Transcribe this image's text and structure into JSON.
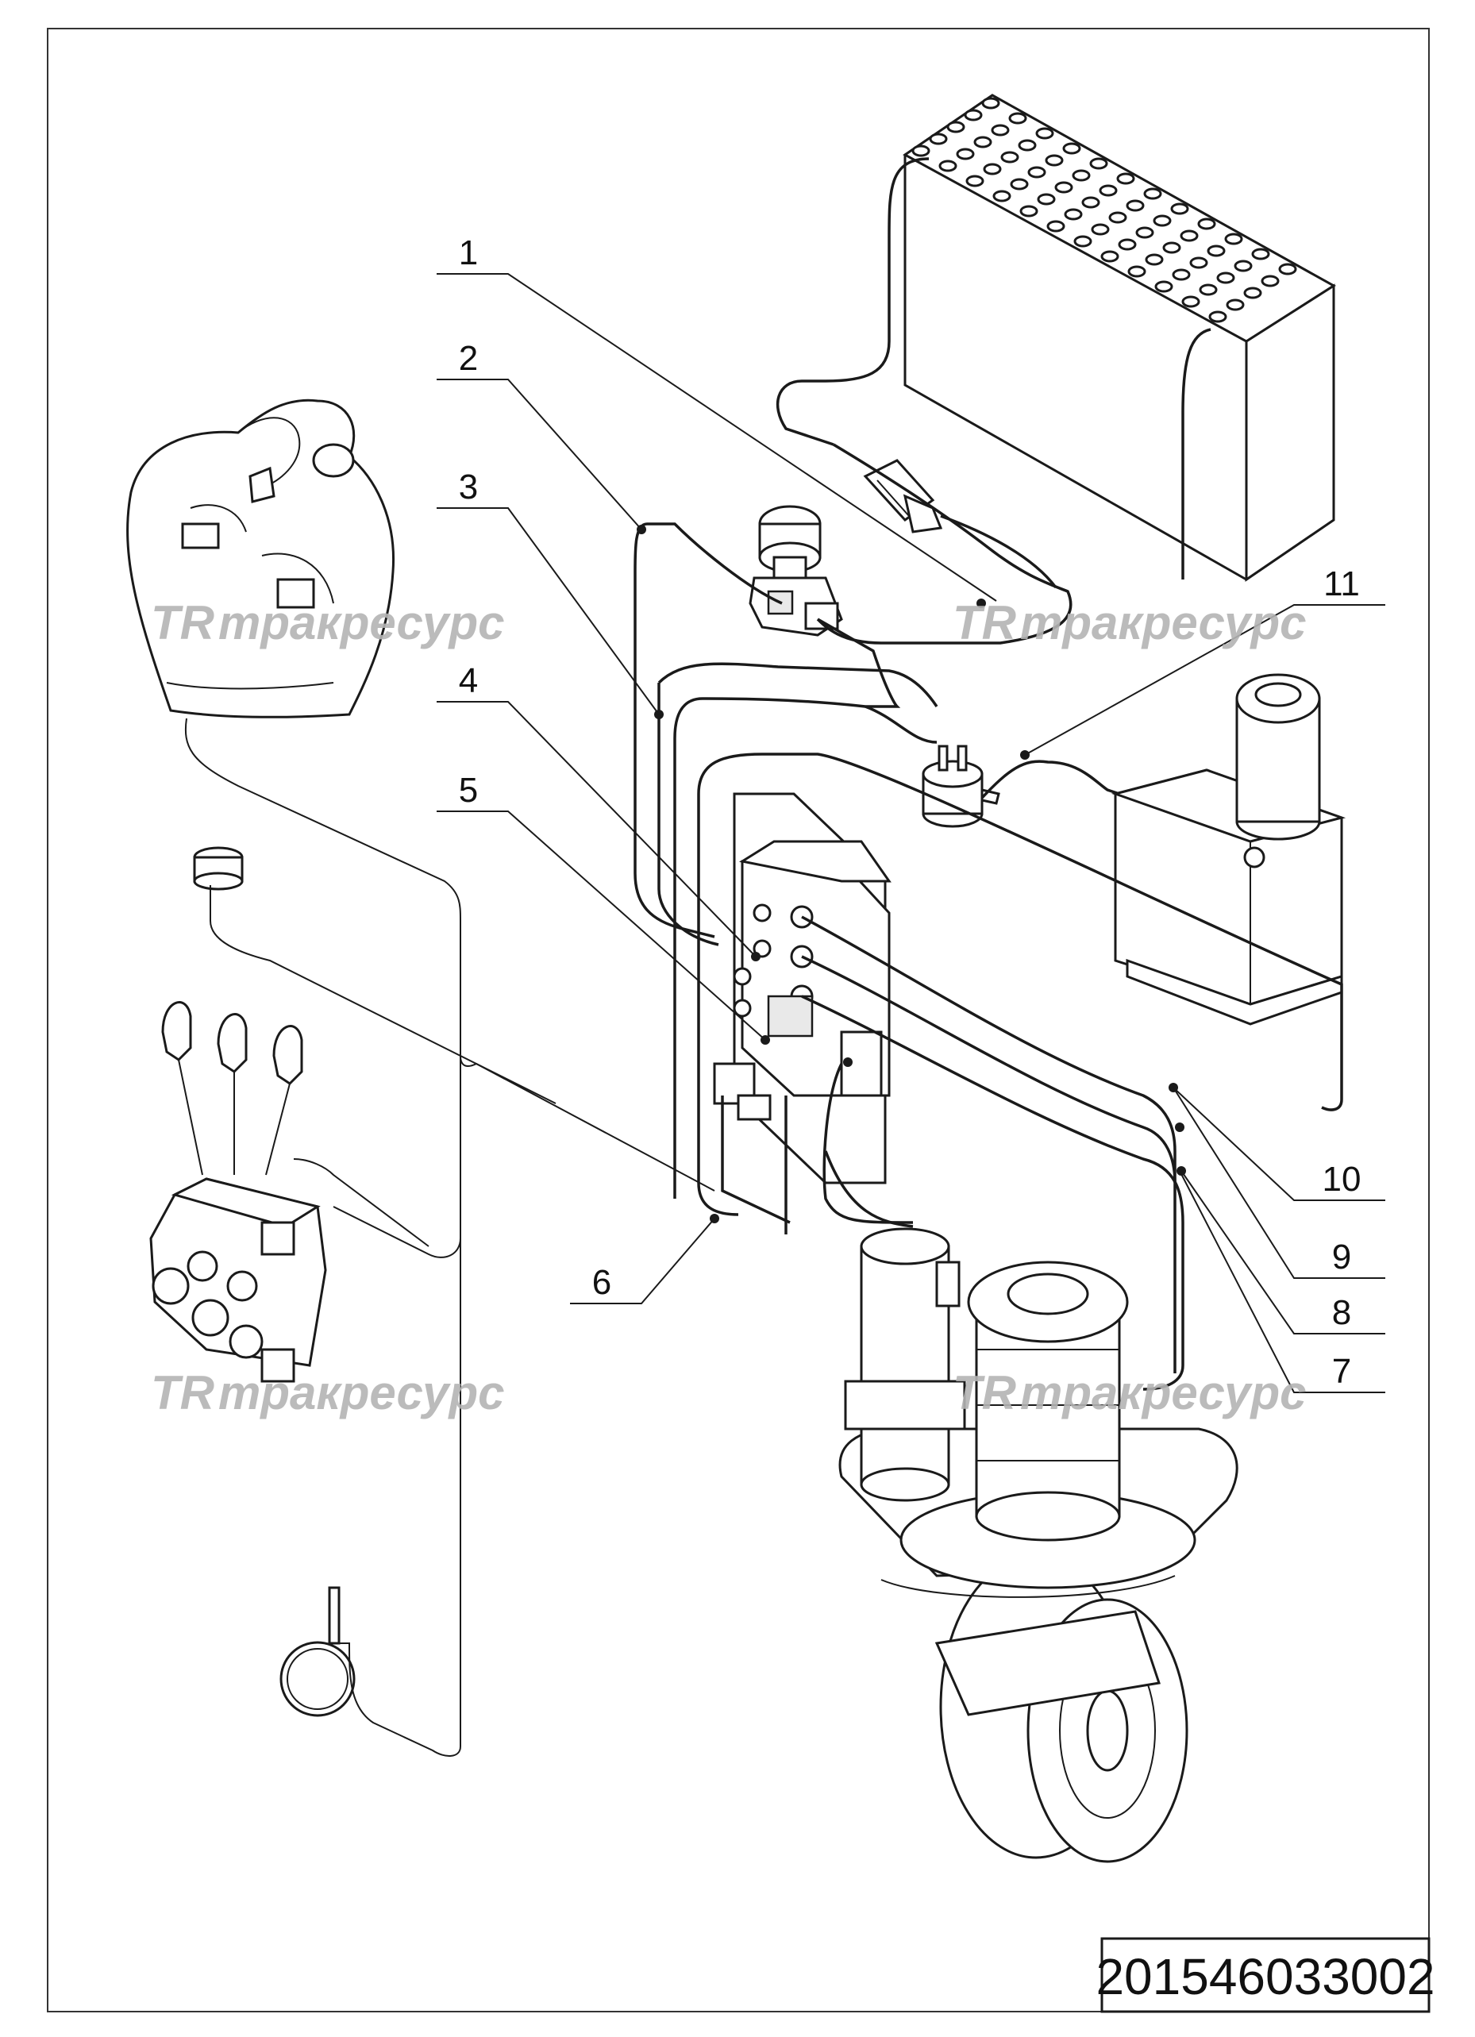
{
  "drawing": {
    "document_number": "201546033002",
    "watermark_text": "тракресурс",
    "watermark_logo": "TR",
    "callouts": [
      "1",
      "2",
      "3",
      "4",
      "5",
      "6",
      "7",
      "8",
      "9",
      "10",
      "11"
    ]
  },
  "colors": {
    "line": "#1a1a1a",
    "watermark": "#b4b4b4",
    "background": "#ffffff"
  },
  "icons": [
    "battery-pack-icon",
    "disconnect-switch-icon",
    "battery-connector-icon",
    "fuse-holder-icon",
    "pump-motor-icon",
    "controller-panel-icon",
    "tiller-head-icon",
    "indicator-lamp-icon",
    "control-valve-icon",
    "horn-icon",
    "drive-wheel-assembly-icon"
  ]
}
